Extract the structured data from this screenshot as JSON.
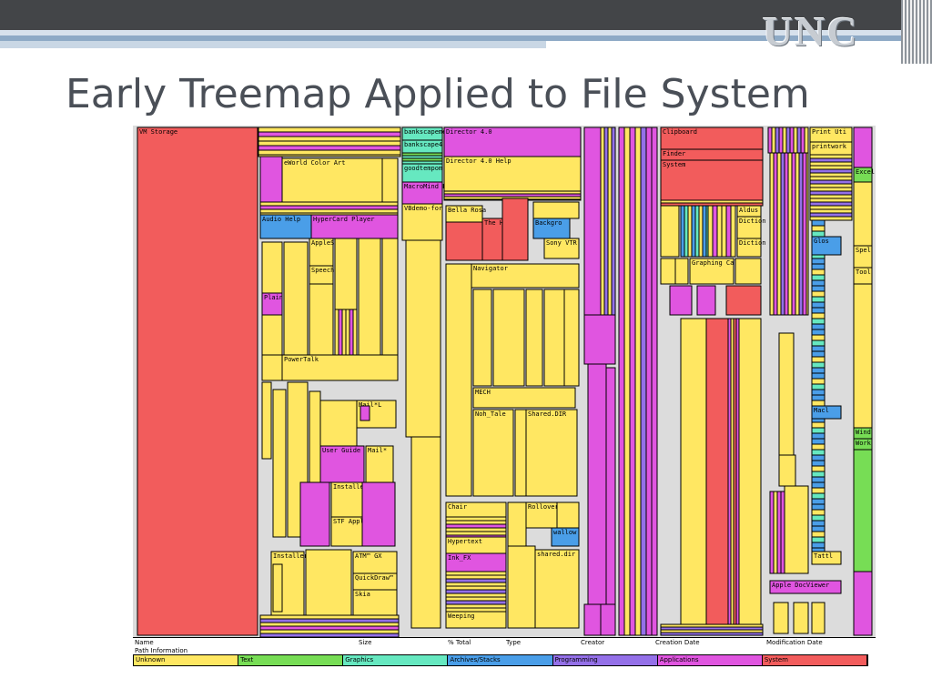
{
  "slide": {
    "title": "Early Treemap Applied to File System",
    "logo_text": "UNC"
  },
  "treemap": {
    "labels": {
      "vm": "VM Storage",
      "eworld": "eWorld Color Art",
      "audio": "Audio Help",
      "hypercard": "HyperCard Player",
      "apples": "AppleS",
      "speech": "Speech",
      "plain": "Plain",
      "powertalk": "PowerTalk",
      "mail1": "Mail*L",
      "userguide": "User Guide",
      "mail2": "Mail*",
      "installer1": "Installer",
      "stfappl": "STF Appl",
      "installer2": "Installer",
      "atm": "ATM™ GX",
      "quickdraw": "QuickDraw™",
      "skia": "Skia",
      "banks1": "bankscapeme",
      "banks2": "bankscape4",
      "goodtemp": "goodtempom",
      "macromind": "MacroMind P",
      "vbdemo": "VBdemo-for",
      "director": "Director 4.0",
      "directorhelp": "Director 4.0 Help",
      "bellarosa": "Bella Rosa",
      "theha": "The Ha",
      "backgro": "Backgro",
      "sonyvtr": "Sony VTR",
      "navigator": "Navigator",
      "mech": "MECH",
      "nohtale": "Noh_Tale",
      "shareddir": "Shared.DIR",
      "chair": "Chair",
      "rollover": "Rollover",
      "wallow": "wallow",
      "hypertext": "Hypertext",
      "inkfx": "Ink_FX",
      "shareddir2": "shared.dir",
      "weeping": "Weeping",
      "clipboard": "Clipboard",
      "finder": "Finder",
      "system": "System",
      "aldus": "Aldus",
      "diction1": "Diction",
      "diction2": "Diction",
      "graphingcal": "Graphing Cal",
      "printuti": "Print Uti",
      "printwork": "printwork",
      "excel": "Excel",
      "spel": "Spel",
      "tool": "Tool",
      "wind": "Wind",
      "work": "Work",
      "macl": "Macl",
      "tattle": "Tattl",
      "appledoc": "Apple DocViewer",
      "glos": "Glos"
    }
  },
  "info_fields": [
    "Name",
    "Size",
    "% Total",
    "Type",
    "Creator",
    "Creation Date",
    "Modification Date"
  ],
  "info_path": "Path Information",
  "legend": [
    {
      "label": "Unknown",
      "color": "#ffe762"
    },
    {
      "label": "Text",
      "color": "#77dd55"
    },
    {
      "label": "Graphics",
      "color": "#66e8c0"
    },
    {
      "label": "Archives/Stacks",
      "color": "#4a9ee8"
    },
    {
      "label": "Programming",
      "color": "#9470e8"
    },
    {
      "label": "Applications",
      "color": "#e055e0"
    },
    {
      "label": "System",
      "color": "#f25c5c"
    }
  ],
  "palette": {
    "unknown": "#ffe762",
    "text": "#77dd55",
    "graphics": "#66e8c0",
    "archives": "#4a9ee8",
    "programming": "#9470e8",
    "applications": "#e055e0",
    "system": "#f25c5c"
  }
}
